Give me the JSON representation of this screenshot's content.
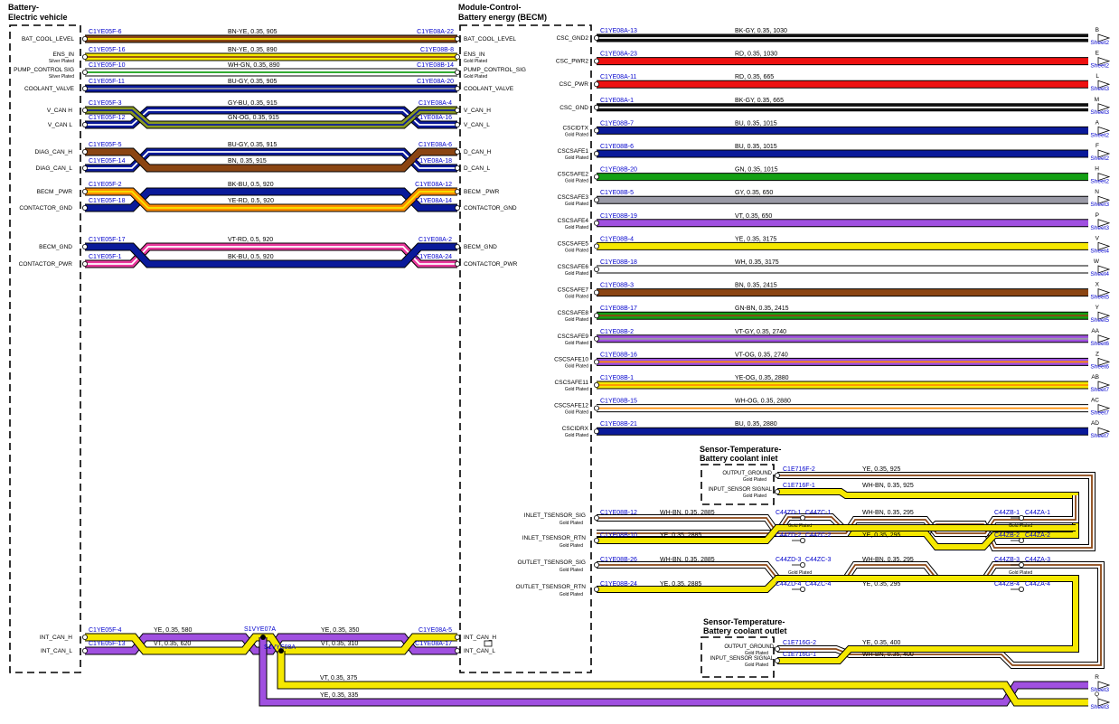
{
  "titles": {
    "battery": [
      "Battery-",
      "Electric vehicle"
    ],
    "becm": [
      "Module-Control-",
      "Battery energy (BECM)"
    ],
    "sensor_inlet": [
      "Sensor-Temperature-",
      "Battery coolant inlet"
    ],
    "sensor_outlet": [
      "Sensor-Temperature-",
      "Battery coolant outlet"
    ]
  },
  "colors": {
    "YE": "#f5e800",
    "BN": "#8b4513",
    "WH": "#ffffff",
    "GN": "#14a014",
    "BU": "#0a1a9a",
    "GY": "#9a9aa6",
    "OG": "#ff8c00",
    "BK": "#111111",
    "RD": "#ee1111",
    "VT": "#a050e0",
    "PK": "#e8389c",
    "GY_OG": "#8a9a20",
    "label_blue": "#0000cc",
    "border": "#000000"
  },
  "left_wires": [
    {
      "lpin": "BAT_COOL_LEVEL",
      "lsub": "",
      "c1": "C1YE05F-6",
      "spec": "BN-YE, 0.35, 905",
      "c2": "C1YE08A-22",
      "rpin": "BAT_COOL_LEVEL",
      "rsub": "",
      "main": "BN",
      "stripe": "YE"
    },
    {
      "lpin": "ENS_IN",
      "lsub": "Silver Plated",
      "c1": "C1YE05F-16",
      "spec": "BN-YE, 0.35, 890",
      "c2": "C1YE08B-8",
      "rpin": "ENS_IN",
      "rsub": "Gold Plated",
      "main": "YE",
      "stripe": "BN"
    },
    {
      "lpin": "PUMP_CONTROL SIG",
      "lsub": "Silver Plated",
      "c1": "C1YE05F-10",
      "spec": "WH-GN, 0.35, 890",
      "c2": "C1YE08B-14",
      "rpin": "PUMP_CONTROL_SIG",
      "rsub": "Gold Plated",
      "main": "WH",
      "stripe": "GN"
    },
    {
      "lpin": "COOLANT_VALVE",
      "lsub": "",
      "c1": "C1YE05F-11",
      "spec": "BU-GY, 0.35, 905",
      "c2": "C1YE08A-20",
      "rpin": "COOLANT_VALVE",
      "rsub": "",
      "main": "BU",
      "stripe": "GY"
    }
  ],
  "twisted_pairs": [
    {
      "a": {
        "lpin": "V_CAN H",
        "c1": "C1YE05F-3",
        "spec": "GY-BU, 0.35, 915",
        "c2": "C1YE08A-4",
        "rpin": "V_CAN_H",
        "main": "GY_OG",
        "stripe": "BU"
      },
      "b": {
        "lpin": "V_CAN L",
        "c1": "C1YE05F-12",
        "spec": "GN-OG, 0.35, 915",
        "c2": "C1YE08A-16",
        "rpin": "V_CAN_L",
        "main": "BU",
        "stripe": "WH"
      }
    },
    {
      "a": {
        "lpin": "DIAG_CAN_H",
        "c1": "C1YE05F-5",
        "spec": "BU-GY, 0.35, 915",
        "c2": "C1YE08A-6",
        "rpin": "D_CAN_H",
        "main": "BN",
        "stripe": "BN"
      },
      "b": {
        "lpin": "DIAG_CAN_L",
        "c1": "C1YE05F-14",
        "spec": "BN, 0.35, 915",
        "c2": "C1YE08A-18",
        "rpin": "D_CAN_L",
        "main": "BU",
        "stripe": "WH"
      }
    },
    {
      "a": {
        "lpin": "BECM _PWR",
        "c1": "C1YE05F-2",
        "spec": "BK-BU, 0.5, 920",
        "c2": "C1YE08A-12",
        "rpin": "BECM _PWR",
        "main": "OG",
        "stripe": "YE"
      },
      "b": {
        "lpin": "CONTACTOR_GND",
        "c1": "C1YE05F-18",
        "spec": "YE-RD, 0.5, 920",
        "c2": "C1YE08A-14",
        "rpin": "CONTACTOR_GND",
        "main": "BU",
        "stripe": "BU"
      }
    },
    {
      "a": {
        "lpin": "BECM_GND",
        "c1": "C1YE05F-17",
        "spec": "VT-RD, 0.5, 920",
        "c2": "C1YE08A-2",
        "rpin": "BECM_GND",
        "main": "BU",
        "stripe": "BU"
      },
      "b": {
        "lpin": "CONTACTOR_PWR",
        "c1": "C1YE05F-1",
        "spec": "BK-BU, 0.5, 920",
        "c2": "C1YE08A-24",
        "rpin": "CONTACTOR_PWR",
        "main": "PK",
        "stripe": "WH"
      }
    }
  ],
  "csc_wires": [
    {
      "pin": "CSC_GND2",
      "sub": "",
      "conn": "C1YE08A-13",
      "spec": "BK-GY, 0.35, 1030",
      "tag": "B",
      "sheet": "Sheet2",
      "main": "BK",
      "stripe": "WH"
    },
    {
      "pin": "CSC_PWR2",
      "sub": "",
      "conn": "C1YE08A-23",
      "spec": "RD, 0.35, 1030",
      "tag": "E",
      "sheet": "Sheet2",
      "main": "RD",
      "stripe": "RD"
    },
    {
      "pin": "CSC_PWR",
      "sub": "",
      "conn": "C1YE08A-11",
      "spec": "RD, 0.35, 665",
      "tag": "L",
      "sheet": "Sheet3",
      "main": "RD",
      "stripe": "RD"
    },
    {
      "pin": "CSC_GND",
      "sub": "",
      "conn": "C1YE08A-1",
      "spec": "BK-GY, 0.35, 665",
      "tag": "M",
      "sheet": "Sheet3",
      "main": "BK",
      "stripe": "WH"
    },
    {
      "pin": "CSCIDTX",
      "sub": "Gold Plated",
      "conn": "C1YE08B-7",
      "spec": "BU, 0.35, 1015",
      "tag": "A",
      "sheet": "Sheet2",
      "main": "BU",
      "stripe": "BU"
    },
    {
      "pin": "CSCSAFE1",
      "sub": "Gold Plated",
      "conn": "C1YE08B-6",
      "spec": "BU, 0.35, 1015",
      "tag": "F",
      "sheet": "Sheet2",
      "main": "BU",
      "stripe": "BU"
    },
    {
      "pin": "CSCSAFE2",
      "sub": "Gold Plated",
      "conn": "C1YE08B-20",
      "spec": "GN, 0.35, 1015",
      "tag": "H",
      "sheet": "Sheet2",
      "main": "GN",
      "stripe": "GN"
    },
    {
      "pin": "CSCSAFE3",
      "sub": "Gold Plated",
      "conn": "C1YE08B-5",
      "spec": "GY, 0.35, 650",
      "tag": "N",
      "sheet": "Sheet3",
      "main": "GY",
      "stripe": "GY"
    },
    {
      "pin": "CSCSAFE4",
      "sub": "Gold Plated",
      "conn": "C1YE08B-19",
      "spec": "VT, 0.35, 650",
      "tag": "P",
      "sheet": "Sheet3",
      "main": "VT",
      "stripe": "VT"
    },
    {
      "pin": "CSCSAFE5",
      "sub": "Gold Plated",
      "conn": "C1YE08B-4",
      "spec": "YE, 0.35, 3175",
      "tag": "V",
      "sheet": "Sheet4",
      "main": "YE",
      "stripe": "YE"
    },
    {
      "pin": "CSCSAFE6",
      "sub": "Gold Plated",
      "conn": "C1YE08B-18",
      "spec": "WH, 0.35, 3175",
      "tag": "W",
      "sheet": "Sheet4",
      "main": "WH",
      "stripe": "WH"
    },
    {
      "pin": "CSCSAFE7",
      "sub": "Gold Plated",
      "conn": "C1YE08B-3",
      "spec": "BN, 0.35, 2415",
      "tag": "X",
      "sheet": "Sheet5",
      "main": "BN",
      "stripe": "BN"
    },
    {
      "pin": "CSCSAFE8",
      "sub": "Gold Plated",
      "conn": "C1YE08B-17",
      "spec": "GN-BN, 0.35, 2415",
      "tag": "Y",
      "sheet": "Sheet5",
      "main": "GN",
      "stripe": "BN"
    },
    {
      "pin": "CSCSAFE9",
      "sub": "Gold Plated",
      "conn": "C1YE08B-2",
      "spec": "VT-GY, 0.35, 2740",
      "tag": "AA",
      "sheet": "Sheet6",
      "main": "VT",
      "stripe": "GY"
    },
    {
      "pin": "CSCSAFE10",
      "sub": "Gold Plated",
      "conn": "C1YE08B-16",
      "spec": "VT-OG, 0.35, 2740",
      "tag": "Z",
      "sheet": "Sheet6",
      "main": "VT",
      "stripe": "OG"
    },
    {
      "pin": "CSCSAFE11",
      "sub": "Gold Plated",
      "conn": "C1YE08B-1",
      "spec": "YE-OG, 0.35, 2880",
      "tag": "AB",
      "sheet": "Sheet7",
      "main": "YE",
      "stripe": "OG"
    },
    {
      "pin": "CSCSAFE12",
      "sub": "Gold Plated",
      "conn": "C1YE08B-15",
      "spec": "WH-OG, 0.35, 2880",
      "tag": "AC",
      "sheet": "Sheet7",
      "main": "WH",
      "stripe": "OG"
    },
    {
      "pin": "CSCIDRX",
      "sub": "Gold Plated",
      "conn": "C1YE08B-21",
      "spec": "BU, 0.35, 2880",
      "tag": "AD",
      "sheet": "Sheet7",
      "main": "BU",
      "stripe": "BU"
    }
  ],
  "sensors": {
    "inlet_pins": [
      {
        "pin": "OUTPUT_GROUND",
        "sub": "Gold Plated",
        "conn": "C1E716F-2",
        "spec": "YE, 0.35, 925"
      },
      {
        "pin": "INPUT_SENSOR SIGNAL",
        "sub": "Gold Plated",
        "conn": "C1E716F-1",
        "spec": "WH-BN, 0.35, 925"
      }
    ],
    "outlet_pins": [
      {
        "pin": "OUTPUT_GROUND",
        "sub": "Gold Plated",
        "conn": "C1E716G-2",
        "spec": "YE, 0.35, 400"
      },
      {
        "pin": "INPUT_SENSOR SIGNAL",
        "sub": "Gold Plated",
        "conn": "C1E716G-1",
        "spec": "WH-BN, 0.35, 400"
      }
    ],
    "becm_pins": [
      {
        "pin": "INLET_TSENSOR_SIG",
        "sub": "Gold Plated"
      },
      {
        "pin": "INLET_TSENSOR_RTN",
        "sub": "Gold Plated"
      },
      {
        "pin": "OUTLET_TSENSOR_SIG",
        "sub": "Gold Plated"
      },
      {
        "pin": "OUTLET_TSENSOR_RTN",
        "sub": "Gold Plated"
      }
    ],
    "segments": [
      {
        "c1": "C1YE08B-12",
        "s1": "WH-BN, 0.35, 2885",
        "ic1": "C44ZD-1",
        "ic2": "C44ZC-1",
        "s2": "WH-BN, 0.35, 295",
        "ic3": "C44ZB-1",
        "ic4": "C44ZA-1"
      },
      {
        "c1": "C1YE08B-10",
        "s1": "YE, 0.35, 2885",
        "ic1": "C44ZD-2",
        "ic2": "C44ZC-2",
        "s2": "YE, 0.35, 295",
        "ic3": "C44ZB-2",
        "ic4": "C44ZA-2"
      },
      {
        "c1": "C1YE08B-26",
        "s1": "WH-BN, 0.35, 2885",
        "ic1": "C44ZD-3",
        "ic2": "C44ZC-3",
        "s2": "WH-BN, 0.35, 295",
        "ic3": "C44ZB-3",
        "ic4": "C44ZA-3"
      },
      {
        "c1": "C1YE08B-24",
        "s1": "YE, 0.35, 2885",
        "ic1": "C44ZD-4",
        "ic2": "C44ZC-4",
        "s2": "YE, 0.35, 295",
        "ic3": "C44ZB-4",
        "ic4": "C44ZA-4"
      }
    ],
    "gold_plated": "Gold Plated"
  },
  "int_can": {
    "pins": [
      {
        "lpin": "INT_CAN_H",
        "rpin": "INT_CAN_H"
      },
      {
        "lpin": "INT_CAN_L",
        "rpin": "INT_CAN_L"
      }
    ],
    "c_left": [
      "C1YE05F-4",
      "C1YE05F-13"
    ],
    "spec_left": [
      "YE, 0.35, 580",
      "VT, 0.35, 620"
    ],
    "splices": [
      "S1VYE07A",
      "S1VYE08A"
    ],
    "spec_mid": [
      "YE, 0.35, 350",
      "VT, 0.35, 310"
    ],
    "c_right": [
      "C1YE08A-5",
      "C1YE08A-17"
    ],
    "ext_specs": [
      "VT, 0.35, 375",
      "YE, 0.35, 335"
    ],
    "ext_tags": [
      "R",
      "Q"
    ],
    "ext_sheets": [
      "Sheet3",
      "Sheet3"
    ]
  }
}
